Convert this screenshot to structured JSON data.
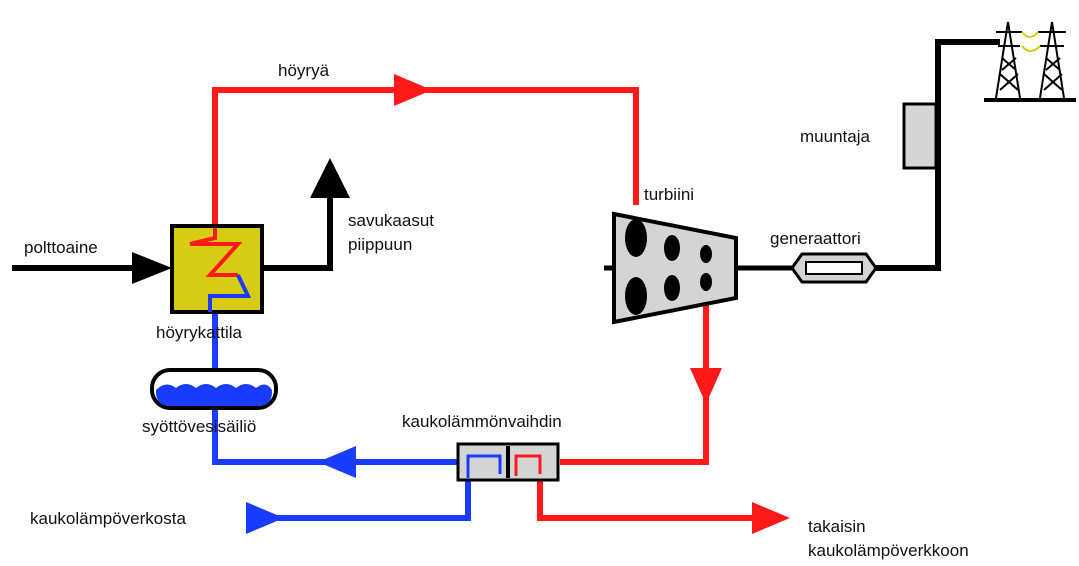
{
  "labels": {
    "steam": "höyryä",
    "turbine": "turbiini",
    "generator": "generaattori",
    "transformer": "muuntaja",
    "fuel": "polttoaine",
    "flue_gas_line1": "savukaasut",
    "flue_gas_line2": "piippuun",
    "boiler": "höyrykattila",
    "feedwater_tank": "syöttövesisäiliö",
    "heat_exchanger": "kaukolämmönvaihdin",
    "from_network": "kaukolämpöverkosta",
    "return_line1": "takaisin",
    "return_line2": "kaukolämpöverkkoon"
  },
  "colors": {
    "steam_line": "#ff1a1a",
    "water_line": "#1a3cff",
    "mechanical_line": "#000000",
    "boiler_fill": "#d6cc14",
    "equipment_fill": "#d4d4d4",
    "water_fill": "#1a3cff"
  },
  "icons": {
    "pylons": "power-pylon-icon"
  }
}
